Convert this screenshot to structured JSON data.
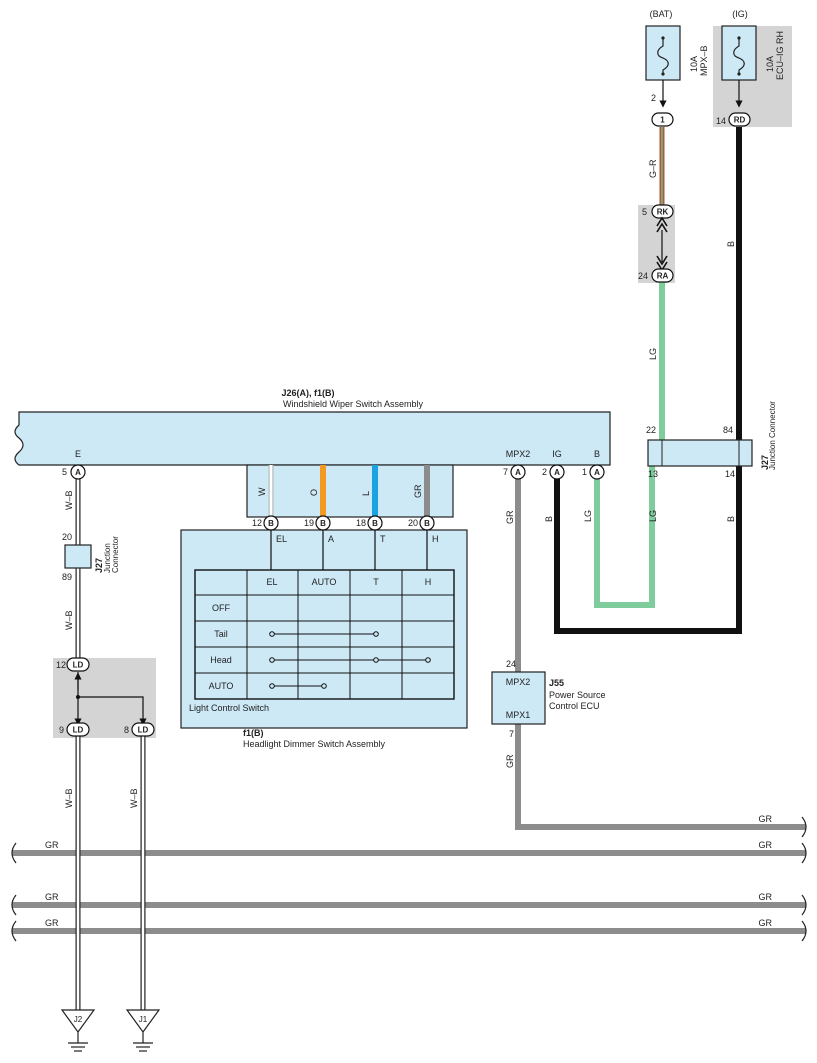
{
  "colors": {
    "box_fill": "#cde9f6",
    "shade": "#d4d4d4",
    "wire_black": "#111111",
    "wire_gray": "#8c8c8c",
    "wire_lightgreen": "#7fcc9c",
    "wire_orange": "#f29a24",
    "wire_blue": "#1aa3e0"
  },
  "fuses": {
    "bat": {
      "source": "(BAT)",
      "rating": "10A",
      "name": "MPX–B",
      "pin": "2",
      "conn_pin": "1"
    },
    "ig": {
      "source": "(IG)",
      "rating": "10A",
      "name": "ECU–IG RH",
      "pin": "14",
      "conn": "RD"
    }
  },
  "top_connectors": {
    "rk": {
      "pin": "5",
      "name": "RK"
    },
    "ra": {
      "pin": "24",
      "name": "RA"
    }
  },
  "wiper_switch": {
    "code_prefix": "J26(A), ",
    "code_bold": "f1(B)",
    "name": "Windshield Wiper Switch Assembly",
    "terminals": {
      "e": {
        "label": "E",
        "pin": "5",
        "conn": "A"
      },
      "mpx2": {
        "label": "MPX2",
        "pin": "7",
        "conn": "A"
      },
      "ig": {
        "label": "IG",
        "pin": "2",
        "conn": "A"
      },
      "b": {
        "label": "B",
        "pin": "1",
        "conn": "A"
      }
    },
    "inner_wires": {
      "w": "W",
      "o": "O",
      "l": "L",
      "gr": "GR"
    },
    "inner_pins": [
      {
        "pin": "12",
        "conn": "B",
        "name": "EL"
      },
      {
        "pin": "19",
        "conn": "B",
        "name": "A"
      },
      {
        "pin": "18",
        "conn": "B",
        "name": "T"
      },
      {
        "pin": "20",
        "conn": "B",
        "name": "H"
      }
    ]
  },
  "light_switch": {
    "name": "Light Control Switch",
    "assembly_code": "f1(B)",
    "assembly_name": "Headlight Dimmer Switch Assembly",
    "columns": [
      "EL",
      "AUTO",
      "T",
      "H"
    ],
    "rows": [
      "OFF",
      "Tail",
      "Head",
      "AUTO"
    ]
  },
  "junction_right": {
    "code": "J27",
    "name": "Junction Connector",
    "pins": {
      "top_left": "22",
      "top_right": "84",
      "bottom_left": "13",
      "bottom_right": "14"
    }
  },
  "junction_left": {
    "code": "J27",
    "line1": "Junction",
    "line2": "Connector",
    "pin_top": "20",
    "pin_bottom": "89"
  },
  "ld_connectors": {
    "top": {
      "pin": "12",
      "name": "LD"
    },
    "left": {
      "pin": "9",
      "name": "LD"
    },
    "right": {
      "pin": "8",
      "name": "LD"
    }
  },
  "ecu": {
    "code": "J55",
    "line1": "Power Source",
    "line2": "Control ECU",
    "terminal_top": "MPX2",
    "terminal_bottom": "MPX1",
    "pin_top": "24",
    "pin_bottom": "7"
  },
  "wire_labels": {
    "g_r": "G–R",
    "b": "B",
    "lg": "LG",
    "gr": "GR",
    "w_b": "W–B"
  },
  "grounds": {
    "j2": "J2",
    "j1": "J1"
  }
}
